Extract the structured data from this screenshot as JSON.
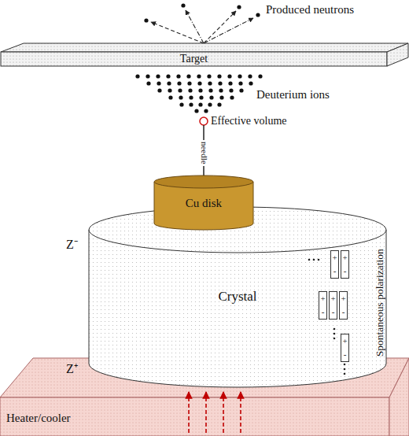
{
  "diagram": {
    "nodes": [
      {
        "text": [
          "Target"
        ]
      },
      {
        "text": [
          "Cu disk"
        ]
      },
      {
        "text": [
          "Crystal"
        ]
      },
      {
        "text": [
          "+",
          "-"
        ],
        "in": 2
      },
      {
        "text": [
          "+",
          "-"
        ],
        "in": 2
      },
      {
        "text": [
          "+",
          "-"
        ],
        "in": 2
      },
      {
        "text": [
          "+",
          "-"
        ],
        "in": 2
      },
      {
        "text": [
          "+",
          "-"
        ],
        "in": 2
      },
      {
        "text": [
          "+",
          "-"
        ],
        "in": 2
      },
      {
        "text": [
          "Heater/cooler"
        ]
      }
    ],
    "labels": [
      "Produced neutrons",
      "Deuterium ions",
      "Effective volume",
      "needle",
      "Z⁻",
      "Spontaneous polarization",
      "Z⁺"
    ]
  }
}
